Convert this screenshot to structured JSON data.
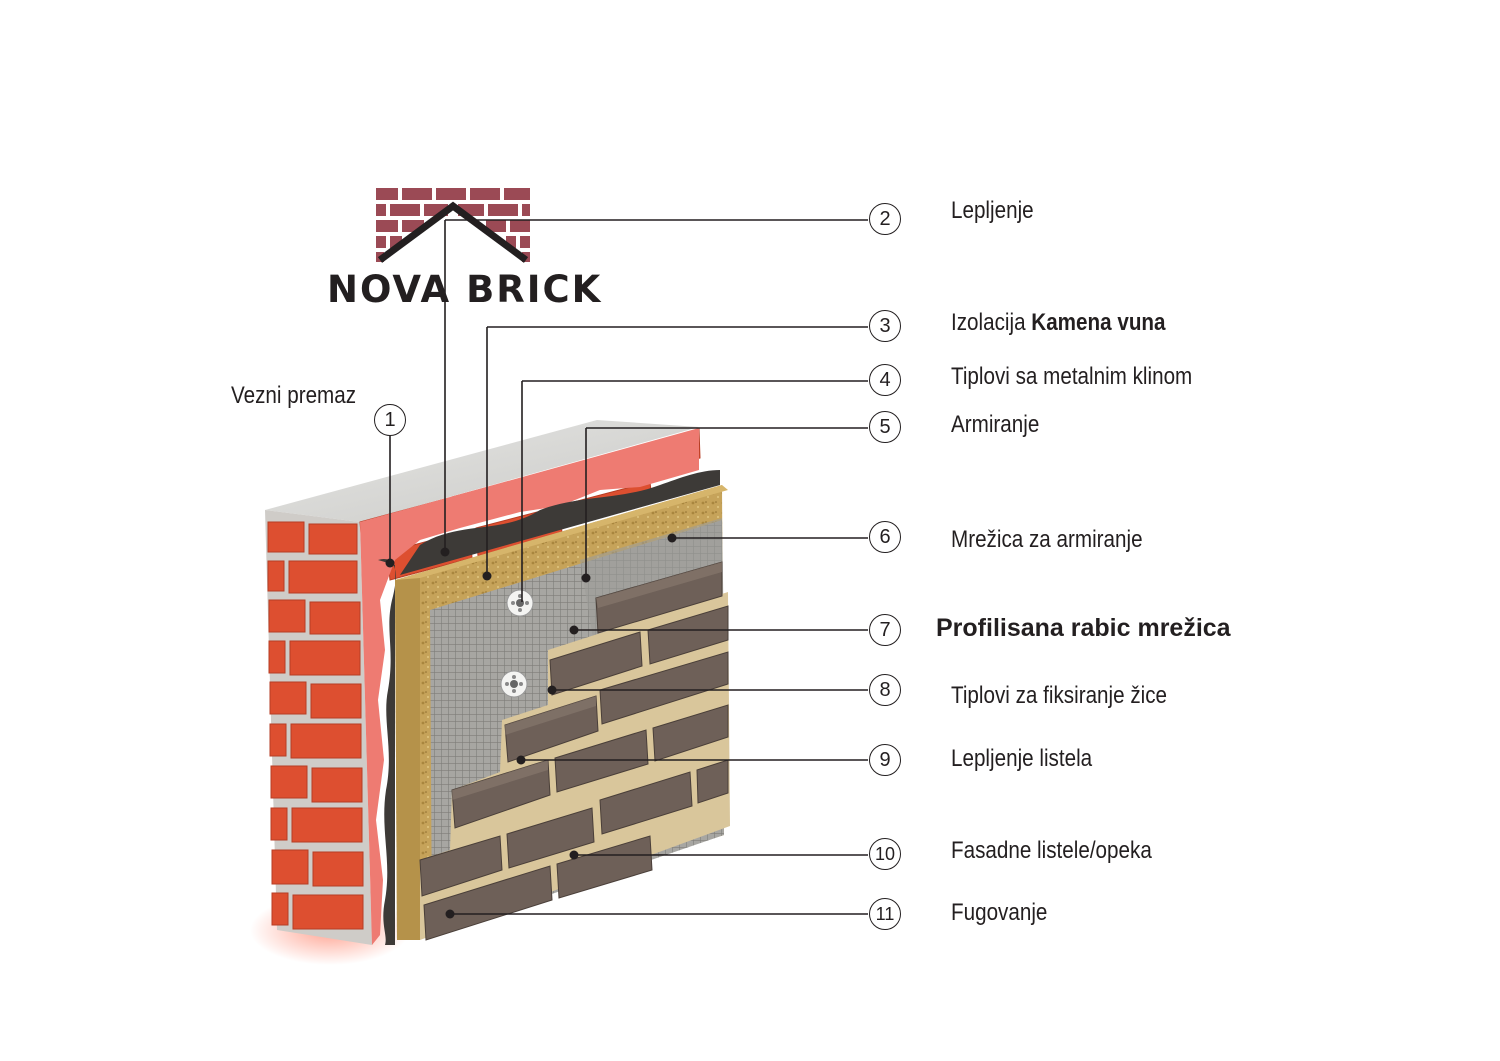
{
  "logo": {
    "text": "NOVA BRICK",
    "brick_color": "#9b4a55",
    "text_color": "#231f20"
  },
  "callouts": [
    {
      "num": "1",
      "label": "Vezni premaz"
    },
    {
      "num": "2",
      "label": "Lepljenje"
    },
    {
      "num": "3",
      "label_plain": "Izolacija ",
      "label_bold": "Kamena vuna"
    },
    {
      "num": "4",
      "label": "Tiplovi sa metalnim klinom"
    },
    {
      "num": "5",
      "label": "Armiranje"
    },
    {
      "num": "6",
      "label": "Mrežica za armiranje"
    },
    {
      "num": "7",
      "label": "Profilisana rabic mrežica"
    },
    {
      "num": "8",
      "label": "Tiplovi za fiksiranje žice"
    },
    {
      "num": "9",
      "label": "Lepljenje listela"
    },
    {
      "num": "10",
      "label": "Fasadne listele/opeka"
    },
    {
      "num": "11",
      "label": "Fugovanje"
    }
  ],
  "colors": {
    "brick": "#d94c2e",
    "mortar": "#d8d6d2",
    "adhesive": "#ef7d74",
    "insulation": "#c9a860",
    "mesh": "#8a8a8a",
    "facade_brick": "#6b5d55"
  }
}
